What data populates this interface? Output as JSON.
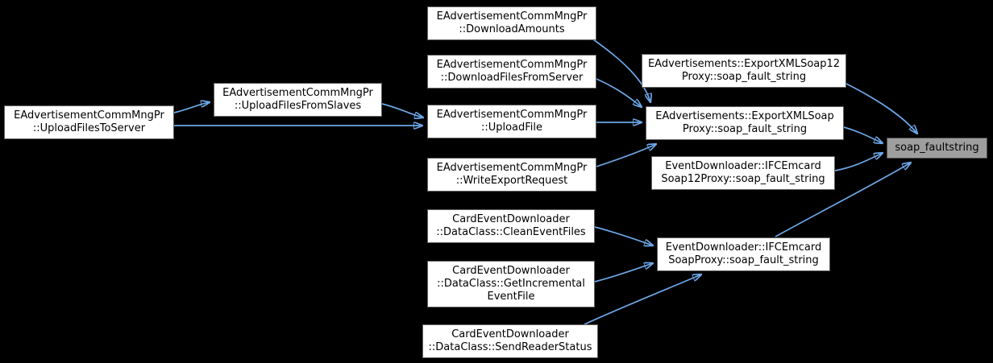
{
  "diagram": {
    "type": "call-graph",
    "direction": "left-to-right",
    "highlighted_node": "soap_faultstring"
  },
  "colors": {
    "background": "#000000",
    "node_fill": "#ffffff",
    "node_border": "#606060",
    "node_text": "#000000",
    "highlight_node_fill": "#9e9e9e",
    "highlight_node_border": "#4d4d4d",
    "edge": "#6ca7e8"
  },
  "nodes": [
    {
      "id": "upload-files-to-server",
      "label": "EAdvertisementCommMngPr\n::UploadFilesToServer"
    },
    {
      "id": "upload-files-from-slaves",
      "label": "EAdvertisementCommMngPr\n::UploadFilesFromSlaves"
    },
    {
      "id": "download-amounts",
      "label": "EAdvertisementCommMngPr\n::DownloadAmounts"
    },
    {
      "id": "download-files-from-server",
      "label": "EAdvertisementCommMngPr\n::DownloadFilesFromServer"
    },
    {
      "id": "upload-file",
      "label": "EAdvertisementCommMngPr\n::UploadFile"
    },
    {
      "id": "write-export-request",
      "label": "EAdvertisementCommMngPr\n::WriteExportRequest"
    },
    {
      "id": "clean-event-files",
      "label": "CardEventDownloader\n::DataClass::CleanEventFiles"
    },
    {
      "id": "get-incremental-event-file",
      "label": "CardEventDownloader\n::DataClass::GetIncremental\nEventFile"
    },
    {
      "id": "send-reader-status",
      "label": "CardEventDownloader\n::DataClass::SendReaderStatus"
    },
    {
      "id": "export-xml-soap12-proxy",
      "label": "EAdvertisements::ExportXMLSoap12\nProxy::soap_fault_string"
    },
    {
      "id": "export-xml-soap-proxy",
      "label": "EAdvertisements::ExportXMLSoap\nProxy::soap_fault_string"
    },
    {
      "id": "ifcemcard-soap12-proxy",
      "label": "EventDownloader::IFCEmcard\nSoap12Proxy::soap_fault_string"
    },
    {
      "id": "ifcemcard-soap-proxy",
      "label": "EventDownloader::IFCEmcard\nSoapProxy::soap_fault_string"
    },
    {
      "id": "soap-faultstring",
      "label": "soap_faultstring",
      "highlighted": true
    }
  ],
  "edges": [
    {
      "from": "upload-files-to-server",
      "to": "upload-files-from-slaves"
    },
    {
      "from": "upload-files-to-server",
      "to": "upload-file"
    },
    {
      "from": "upload-files-from-slaves",
      "to": "upload-file"
    },
    {
      "from": "download-amounts",
      "to": "export-xml-soap-proxy"
    },
    {
      "from": "download-files-from-server",
      "to": "export-xml-soap-proxy"
    },
    {
      "from": "upload-file",
      "to": "export-xml-soap-proxy"
    },
    {
      "from": "write-export-request",
      "to": "export-xml-soap-proxy"
    },
    {
      "from": "export-xml-soap12-proxy",
      "to": "soap-faultstring"
    },
    {
      "from": "export-xml-soap-proxy",
      "to": "soap-faultstring"
    },
    {
      "from": "ifcemcard-soap12-proxy",
      "to": "soap-faultstring"
    },
    {
      "from": "ifcemcard-soap-proxy",
      "to": "soap-faultstring"
    },
    {
      "from": "clean-event-files",
      "to": "ifcemcard-soap-proxy"
    },
    {
      "from": "get-incremental-event-file",
      "to": "ifcemcard-soap-proxy"
    },
    {
      "from": "send-reader-status",
      "to": "ifcemcard-soap-proxy"
    }
  ]
}
